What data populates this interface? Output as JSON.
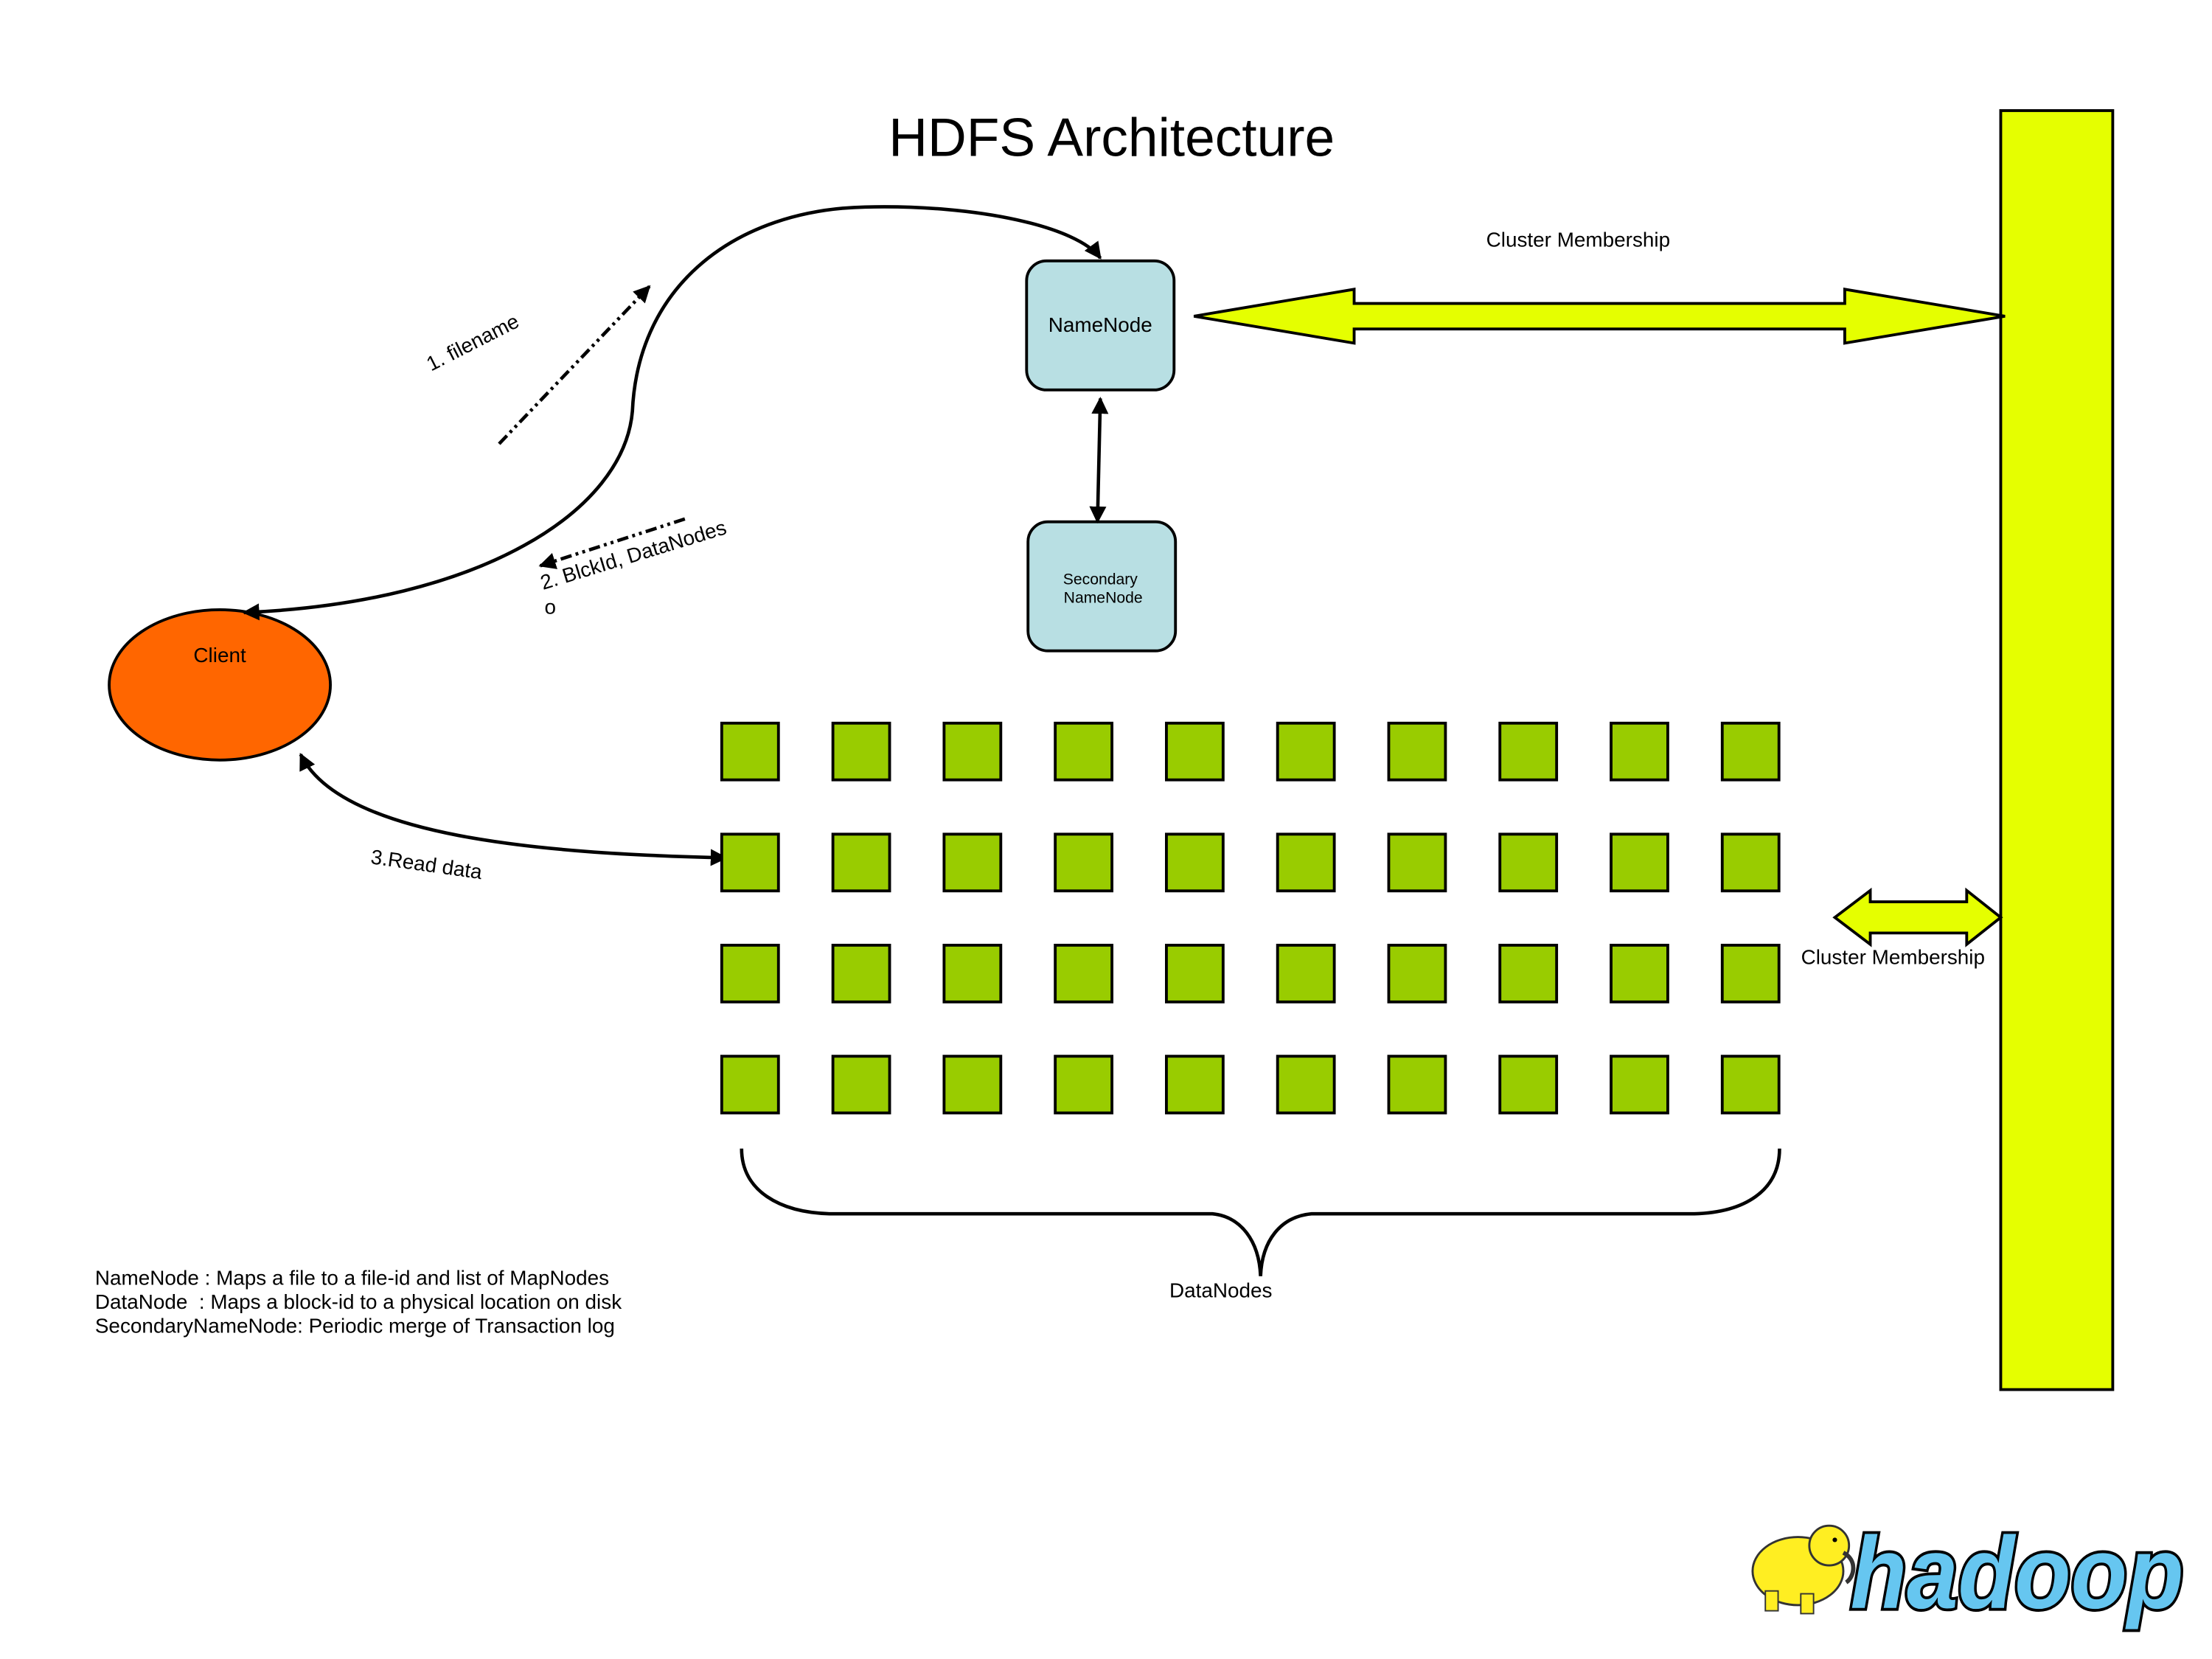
{
  "title": "HDFS Architecture",
  "nodes": {
    "namenode": "NameNode",
    "secondary_line1": "Secondary",
    "secondary_line2": "NameNode",
    "client": "Client",
    "datanodes_label": "DataNodes"
  },
  "datanode_grid": {
    "rows": 4,
    "cols": 10
  },
  "arrows": {
    "filename": "1. filename",
    "blockid": "2. BlckId, DataNodes",
    "blockid_extra": "o",
    "read_data": "3.Read data",
    "cluster_membership_top": "Cluster Membership",
    "cluster_membership_side": "Cluster Membership"
  },
  "legend": [
    "NameNode : Maps a file to a file-id and list of MapNodes",
    "DataNode  : Maps a block-id to a physical location on disk",
    "SecondaryNameNode: Periodic merge of Transaction log"
  ],
  "logo": {
    "text": "hadoop",
    "icon": "elephant-icon"
  },
  "colors": {
    "namenode_fill": "#b8dfe3",
    "client_fill": "#ff6600",
    "datanode_fill": "#99cc00",
    "membership_fill": "#e5ff00",
    "logo_text": "#66c6f0",
    "logo_elephant": "#ffee22"
  }
}
